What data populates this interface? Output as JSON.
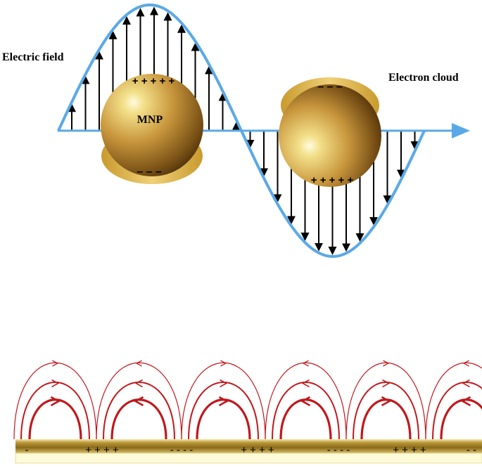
{
  "labels": {
    "electric_field": "Electric field",
    "electron_cloud": "Electron cloud",
    "mnp": "MNP"
  },
  "particle_charges": {
    "left_top": "+ + + + +",
    "left_bottom": "– – –",
    "right_top": "– – –",
    "right_bottom": "+ + + + +"
  },
  "surface_charges": [
    "-",
    "+ + + +",
    "- - - -",
    "+ + + +",
    "- - - -",
    "+ + + +",
    "- -"
  ],
  "colors": {
    "wave": "#5aa9e6",
    "field_arrow": "#000000",
    "gold_light": "#fff6b0",
    "gold_mid": "#c8963c",
    "gold_dark": "#4a2e0a",
    "field_line": "#c0181c",
    "surface": "#a88a2c"
  }
}
